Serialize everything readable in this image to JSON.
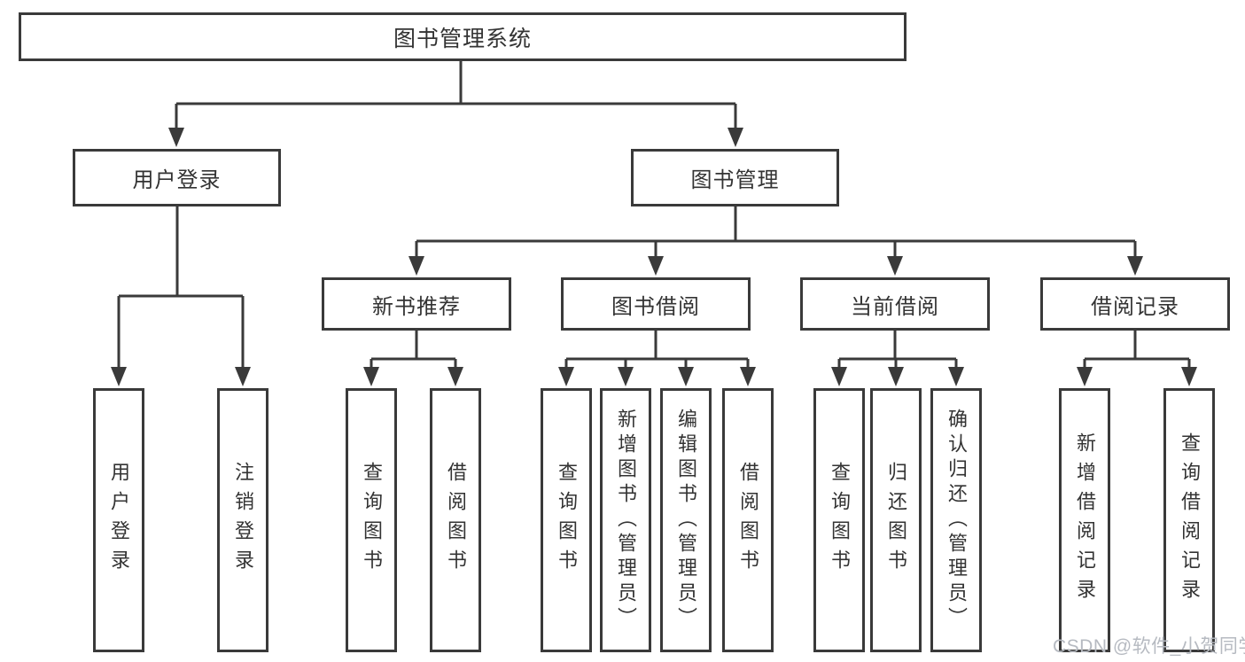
{
  "colors": {
    "line": "#3a3a3a",
    "box_border": "#3a3a3a",
    "text": "#333333",
    "watermark": "#b6bac1",
    "background": "#ffffff"
  },
  "watermark": {
    "text": "CSDN @软件_小贺同学"
  },
  "tree": {
    "label": "图书管理系统",
    "children": [
      {
        "label": "用户登录",
        "children": [
          {
            "label": "用户登录"
          },
          {
            "label": "注销登录"
          }
        ]
      },
      {
        "label": "图书管理",
        "children": [
          {
            "label": "新书推荐",
            "children": [
              {
                "label": "查询图书"
              },
              {
                "label": "借阅图书"
              }
            ]
          },
          {
            "label": "图书借阅",
            "children": [
              {
                "label": "查询图书"
              },
              {
                "label": "新增图书（管理员）"
              },
              {
                "label": "编辑图书（管理员）"
              },
              {
                "label": "借阅图书"
              }
            ]
          },
          {
            "label": "当前借阅",
            "children": [
              {
                "label": "查询图书"
              },
              {
                "label": "归还图书"
              },
              {
                "label": "确认归还（管理员）"
              }
            ]
          },
          {
            "label": "借阅记录",
            "children": [
              {
                "label": "新增借阅记录"
              },
              {
                "label": "查询借阅记录"
              }
            ]
          }
        ]
      }
    ]
  }
}
